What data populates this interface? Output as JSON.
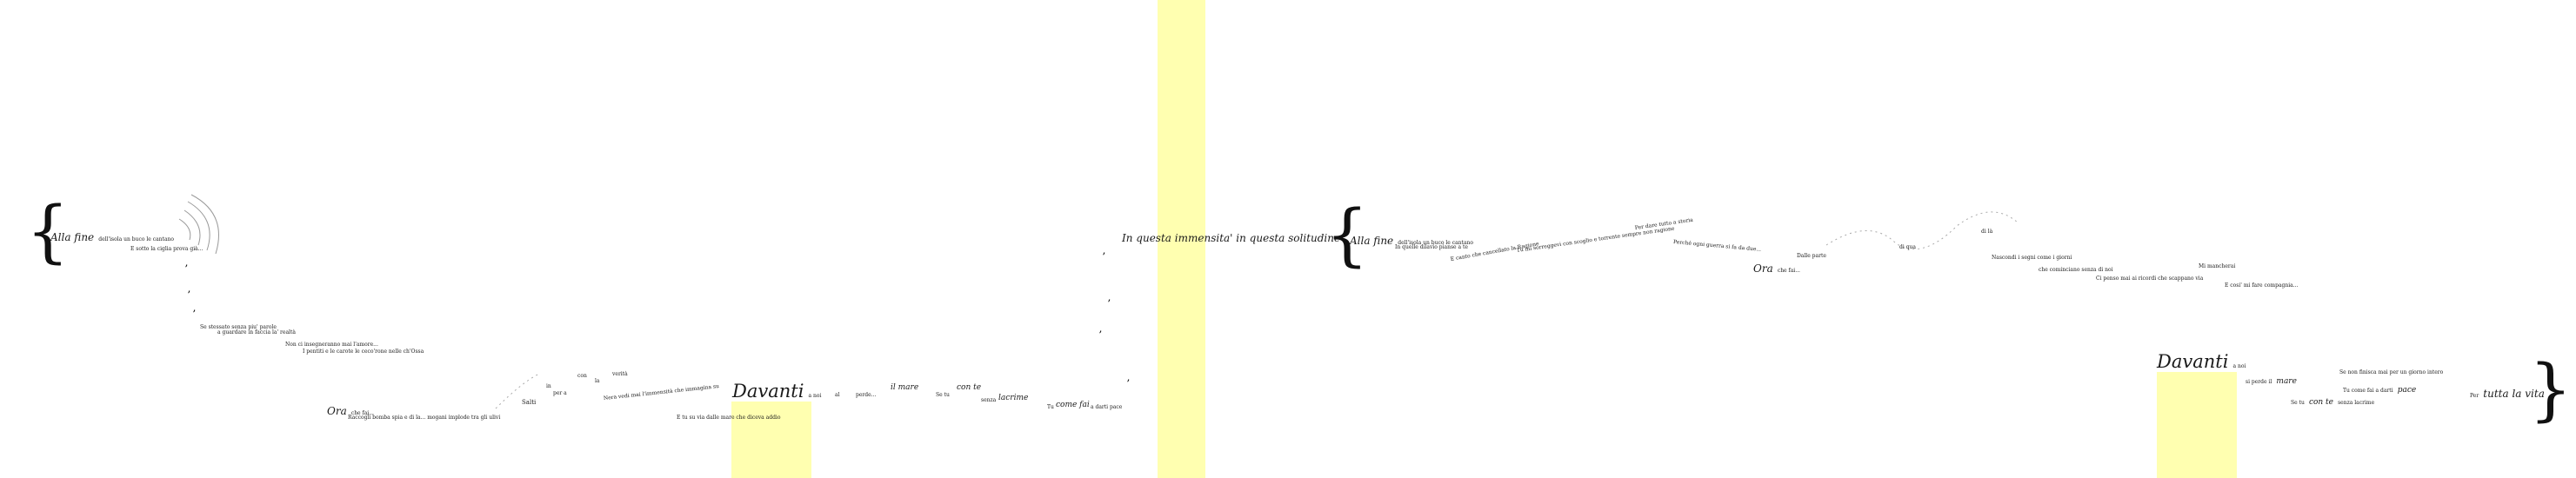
{
  "colors": {
    "highlight": "#ffffb0",
    "text": "#1a1a1a",
    "background": "#ffffff"
  },
  "left": {
    "line1_title": "Alla fine",
    "line1_rest": "dell'isola un buco le cantano",
    "line2": "E sotto la ciglia prova già...",
    "para1": "Se stessato senza piu' parole",
    "para2": "a guardare in faccia la' realtà",
    "para3": "Non ci insegneranno mai l'amore...",
    "para4": "I pentiti e le carote le ceco'rone nelle ch'Ossa",
    "ora_title": "Ora",
    "ora_rest": "che fai...",
    "ora_line2": "Raccogli bomba spia e di la... mogani implode tra gli ulivi",
    "word_salti": "Salti",
    "word_in": "in",
    "word_per_a": "per a",
    "word_con": "con",
    "word_la": "la",
    "word_verita": "verità",
    "curve_text": "Nera vedi mai l'immensità che immagina su",
    "davanti": "Davanti",
    "davanti_small": "a noi",
    "davanti_line2": "E tu su via dalle mare che diceva addio",
    "word_al": "al",
    "word_perde": "perde...",
    "mare": "il mare",
    "se_tu": "Se tu",
    "con_te": "con te",
    "senza": "senza",
    "lacrime": "lacrime",
    "tu": "Tu",
    "come_fai": "come fai",
    "a_darti_pace": "a darti pace",
    "immensita_1": "In questa",
    "immensita_2": "immensita'",
    "immensita_3": "in questa solitudine"
  },
  "right": {
    "line1_title": "Alla fine",
    "line1_rest": "dell'isola un buco le cantano",
    "line2": "In quelle dilavio pianse a te",
    "wave1": "E canto che cancellato la Ragione",
    "wave2": "Tu mi sorreggevi con scoglio e torrente sempre non ragione",
    "wave3": "Per dare tutto a storia",
    "wave4": "Perché ogni guerra si fa da due...",
    "ora_title": "Ora",
    "ora_rest": "che fai...",
    "dalle_parte": "Dalle parte",
    "di_qua": "di qua",
    "di_la": "di là",
    "nascondi": "Nascondi i segni come i giorni",
    "che_cominciano": "che cominciano senza di noi",
    "ci_penso": "Ci penso mai ai ricordi che scappano via",
    "mi_mancherai": "Mi mancherai",
    "e_cosi": "E cosi' mi fare compagnia...",
    "davanti": "Davanti",
    "davanti_small": "a noi",
    "si_perde": "si perde il",
    "mare": "mare",
    "se_non": "Se non finisca mai per un giorno intero",
    "tu_come": "Tu come fai a darti",
    "pace": "pace",
    "se_tu": "Se tu",
    "con_te": "con te",
    "senza_lacrime": "senza lacrime",
    "per": "Per",
    "tutta_la_vita": "tutta la vita"
  },
  "braces": {
    "open": "{",
    "close": "}"
  }
}
